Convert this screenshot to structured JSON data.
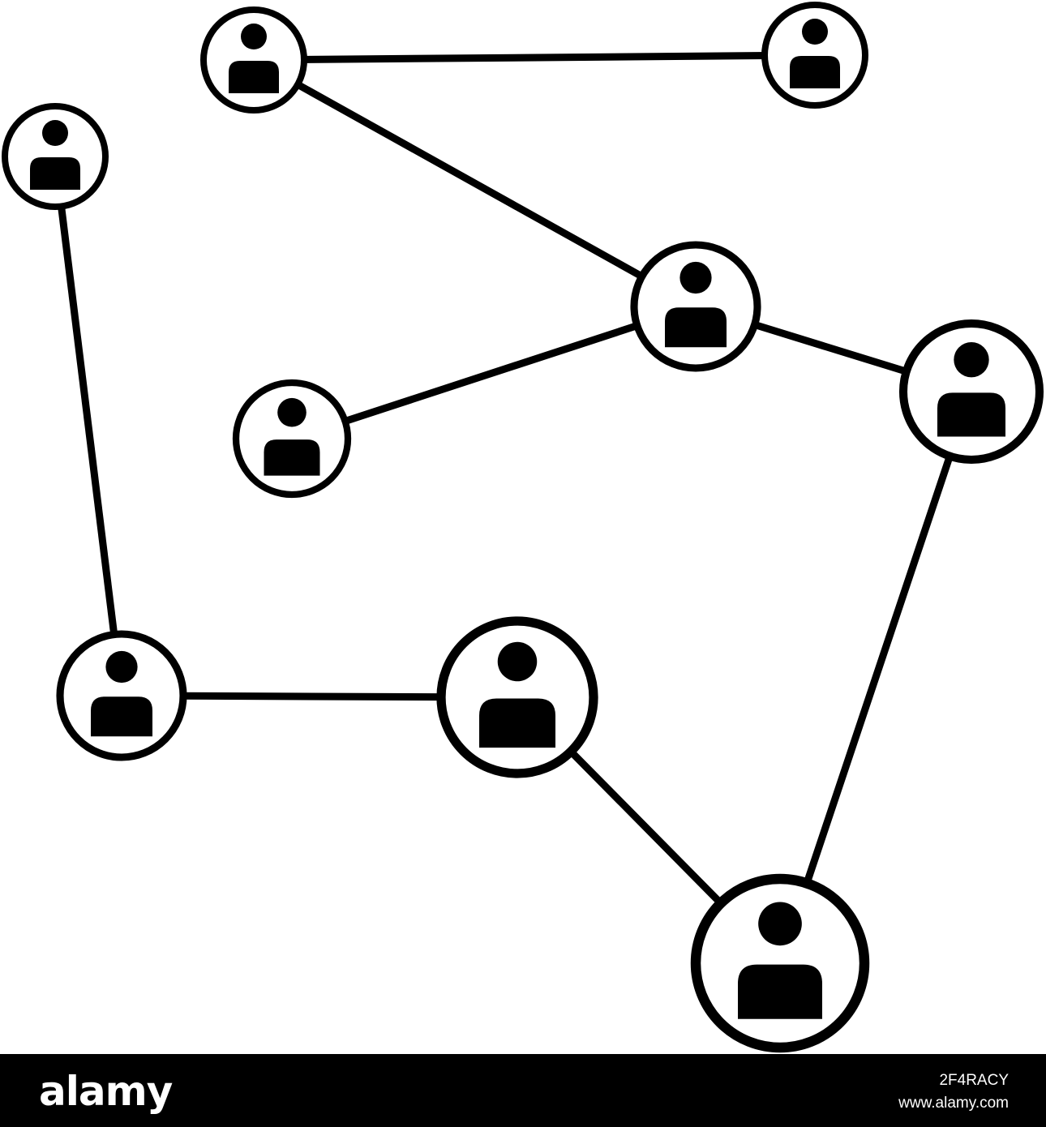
{
  "diagram": {
    "nodes": [
      {
        "id": "n1",
        "icon": "person-icon"
      },
      {
        "id": "n2",
        "icon": "person-icon"
      },
      {
        "id": "n3",
        "icon": "person-icon"
      },
      {
        "id": "n4",
        "icon": "person-icon"
      },
      {
        "id": "n5",
        "icon": "person-icon"
      },
      {
        "id": "n6",
        "icon": "person-icon"
      },
      {
        "id": "n7",
        "icon": "person-icon"
      },
      {
        "id": "n8",
        "icon": "person-icon"
      },
      {
        "id": "n9",
        "icon": "person-icon"
      }
    ],
    "edges": [
      [
        "n1",
        "n2"
      ],
      [
        "n1",
        "n4"
      ],
      [
        "n3",
        "n7"
      ],
      [
        "n4",
        "n5"
      ],
      [
        "n4",
        "n6"
      ],
      [
        "n6",
        "n9"
      ],
      [
        "n7",
        "n8"
      ],
      [
        "n8",
        "n9"
      ]
    ],
    "stroke_color": "#000000",
    "background_color": "#ffffff"
  },
  "watermark": {
    "brand": "alamy",
    "image_id": "2F4RACY",
    "url": "www.alamy.com",
    "background_color": "#000000",
    "text_color": "#ffffff"
  }
}
